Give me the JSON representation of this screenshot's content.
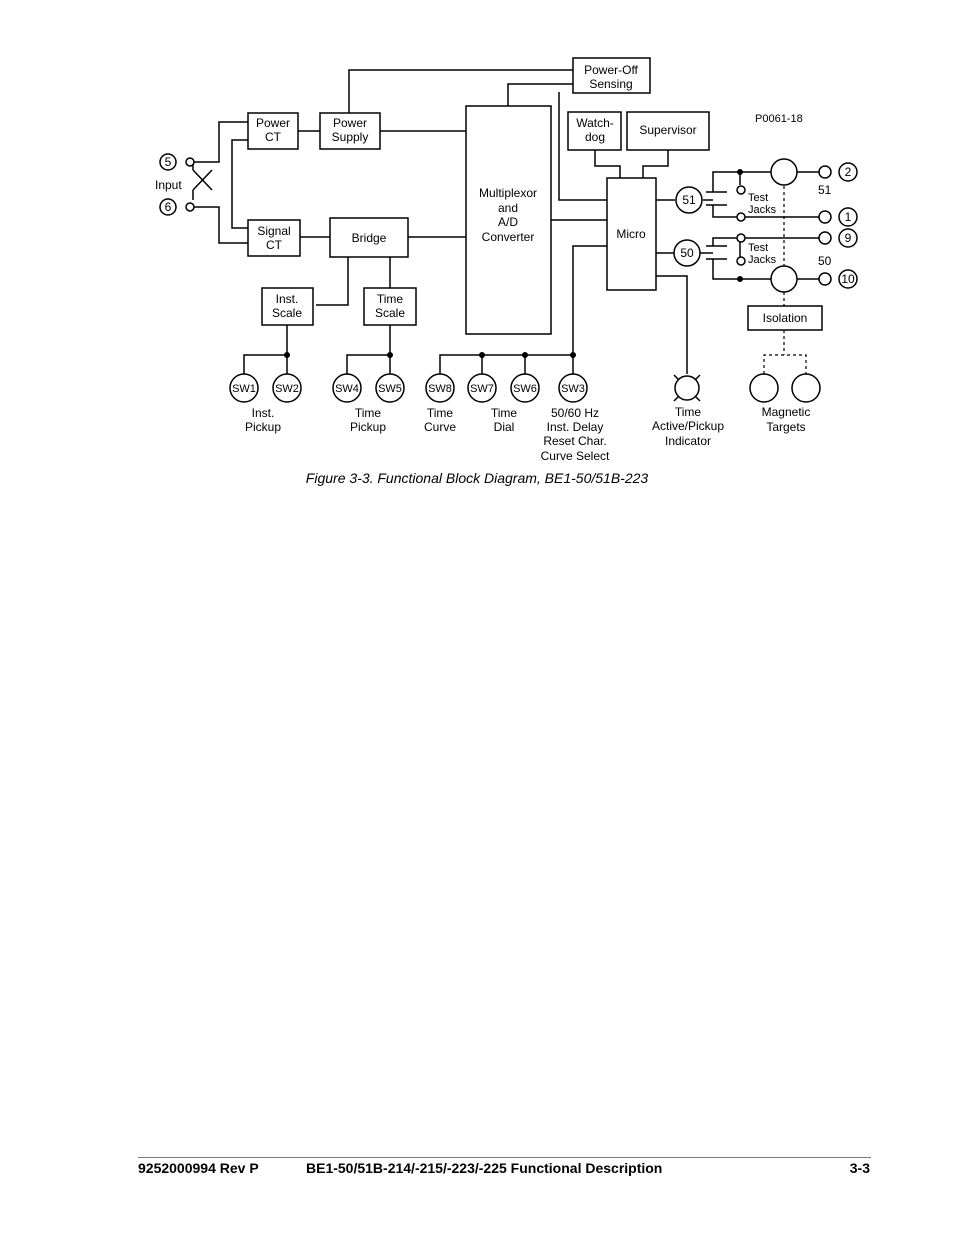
{
  "diagram": {
    "ref_id": "P0061-18",
    "blocks": {
      "power_off_sensing": [
        "Power-Off",
        "Sensing"
      ],
      "power_ct": [
        "Power",
        "CT"
      ],
      "power_supply": [
        "Power",
        "Supply"
      ],
      "watchdog": [
        "Watch-",
        "dog"
      ],
      "supervisor": "Supervisor",
      "multiplexor": [
        "Multiplexor",
        "and",
        "A/D",
        "Converter"
      ],
      "signal_ct": [
        "Signal",
        "CT"
      ],
      "bridge": "Bridge",
      "micro": "Micro",
      "inst_scale": [
        "Inst.",
        "Scale"
      ],
      "time_scale": [
        "Time",
        "Scale"
      ],
      "isolation": "Isolation"
    },
    "input": {
      "label": "Input",
      "terminals": [
        "5",
        "6"
      ]
    },
    "outputs": {
      "elements": [
        "51",
        "50"
      ],
      "terminals": [
        "2",
        "1",
        "9",
        "10"
      ],
      "test_jacks": [
        "Test",
        "Jacks"
      ]
    },
    "switches": [
      "SW1",
      "SW2",
      "SW4",
      "SW5",
      "SW8",
      "SW7",
      "SW6",
      "SW3"
    ],
    "switch_groups": [
      [
        "Inst.",
        "Pickup"
      ],
      [
        "Time",
        "Pickup"
      ],
      [
        "Time",
        "Curve"
      ],
      [
        "Time",
        "Dial"
      ],
      [
        "50/60 Hz",
        "Inst. Delay",
        "Reset Char.",
        "Curve Select"
      ]
    ],
    "indicator": [
      "Time",
      "Active/Pickup",
      "Indicator"
    ],
    "targets": [
      "Magnetic",
      "Targets"
    ]
  },
  "caption": "Figure 3-3. Functional Block Diagram, BE1-50/51B-223",
  "footer": {
    "doc_number": "9252000994 Rev P",
    "title": "BE1-50/51B-214/-215/-223/-225 Functional Description",
    "page": "3-3"
  }
}
